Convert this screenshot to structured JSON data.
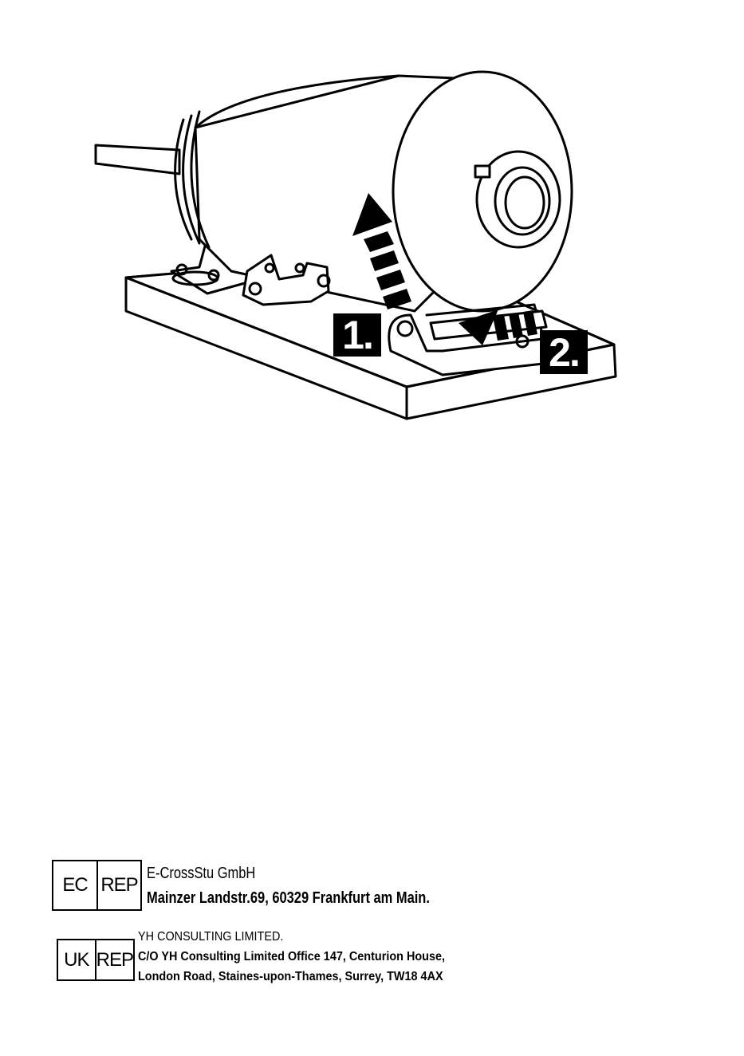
{
  "illustration": {
    "steps": [
      "1.",
      "2."
    ],
    "icons": [
      "motor-illustration",
      "up-arrow-icon",
      "left-arrow-icon"
    ]
  },
  "ec_rep": {
    "symbol_left": "EC",
    "symbol_right": "REP",
    "company": "E-CrossStu GmbH",
    "address": "Mainzer Landstr.69, 60329 Frankfurt am Main."
  },
  "uk_rep": {
    "symbol_left": "UK",
    "symbol_right": "REP",
    "company": "YH CONSULTING LIMITED.",
    "address_line1": "C/O YH Consulting Limited Office 147, Centurion House,",
    "address_line2": "London Road, Staines-upon-Thames, Surrey, TW18 4AX"
  }
}
